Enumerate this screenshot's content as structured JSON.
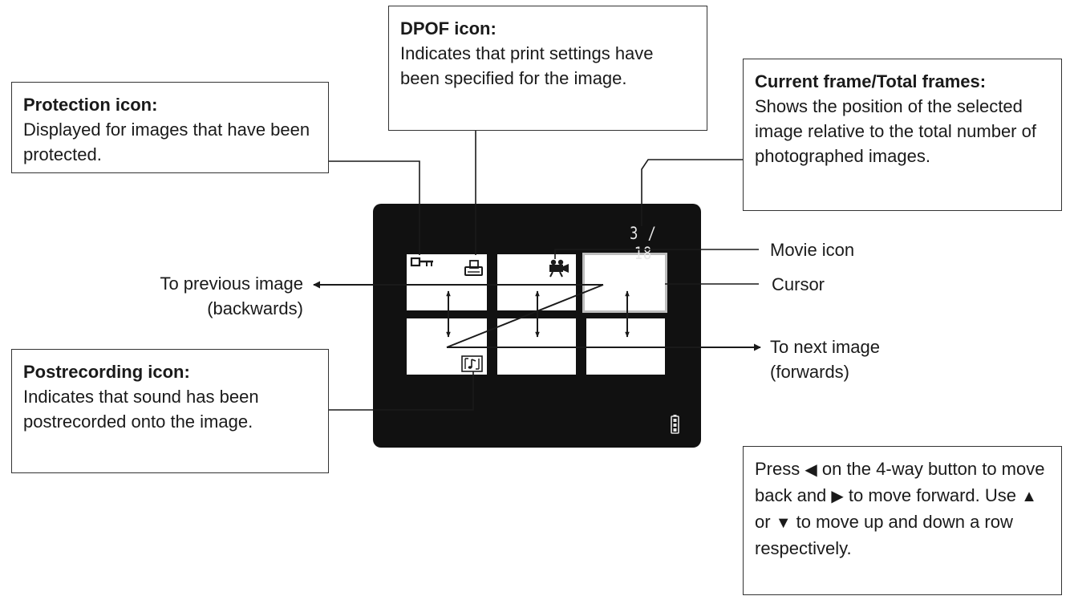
{
  "callouts": {
    "dpof": {
      "title_bold": "DPOF",
      "title_rest": " icon:",
      "text": "Indicates that print settings have been specified for the image."
    },
    "protection": {
      "title": "Protection icon:",
      "text": "Displayed for images that have been protected."
    },
    "frames": {
      "title": "Current frame/Total frames:",
      "text": "Shows the position of the selected image relative to the total number of photographed images."
    },
    "postrecording": {
      "title": "Postrecording icon:",
      "text": "Indicates that sound has been postrecorded onto the image."
    },
    "instructions": {
      "part1": "Press ",
      "part2": " on the 4-way button to move back and ",
      "part3": " to move forward. Use ",
      "part4": " or ",
      "part5": " to move up and down a row respectively."
    }
  },
  "labels": {
    "movie_icon": "Movie icon",
    "cursor": "Cursor",
    "previous_line1": "To previous image",
    "previous_line2": "(backwards)",
    "next_line1": "To next image",
    "next_line2": "(forwards)"
  },
  "screen": {
    "frame_counter": "3 / 18",
    "icons": [
      "key-icon",
      "printer-icon",
      "movie-camera-icon",
      "sound-icon",
      "battery-icon"
    ]
  },
  "colors": {
    "screen_background": "#111111",
    "thumbnail": "#ffffff",
    "line": "#1a1a1a"
  }
}
